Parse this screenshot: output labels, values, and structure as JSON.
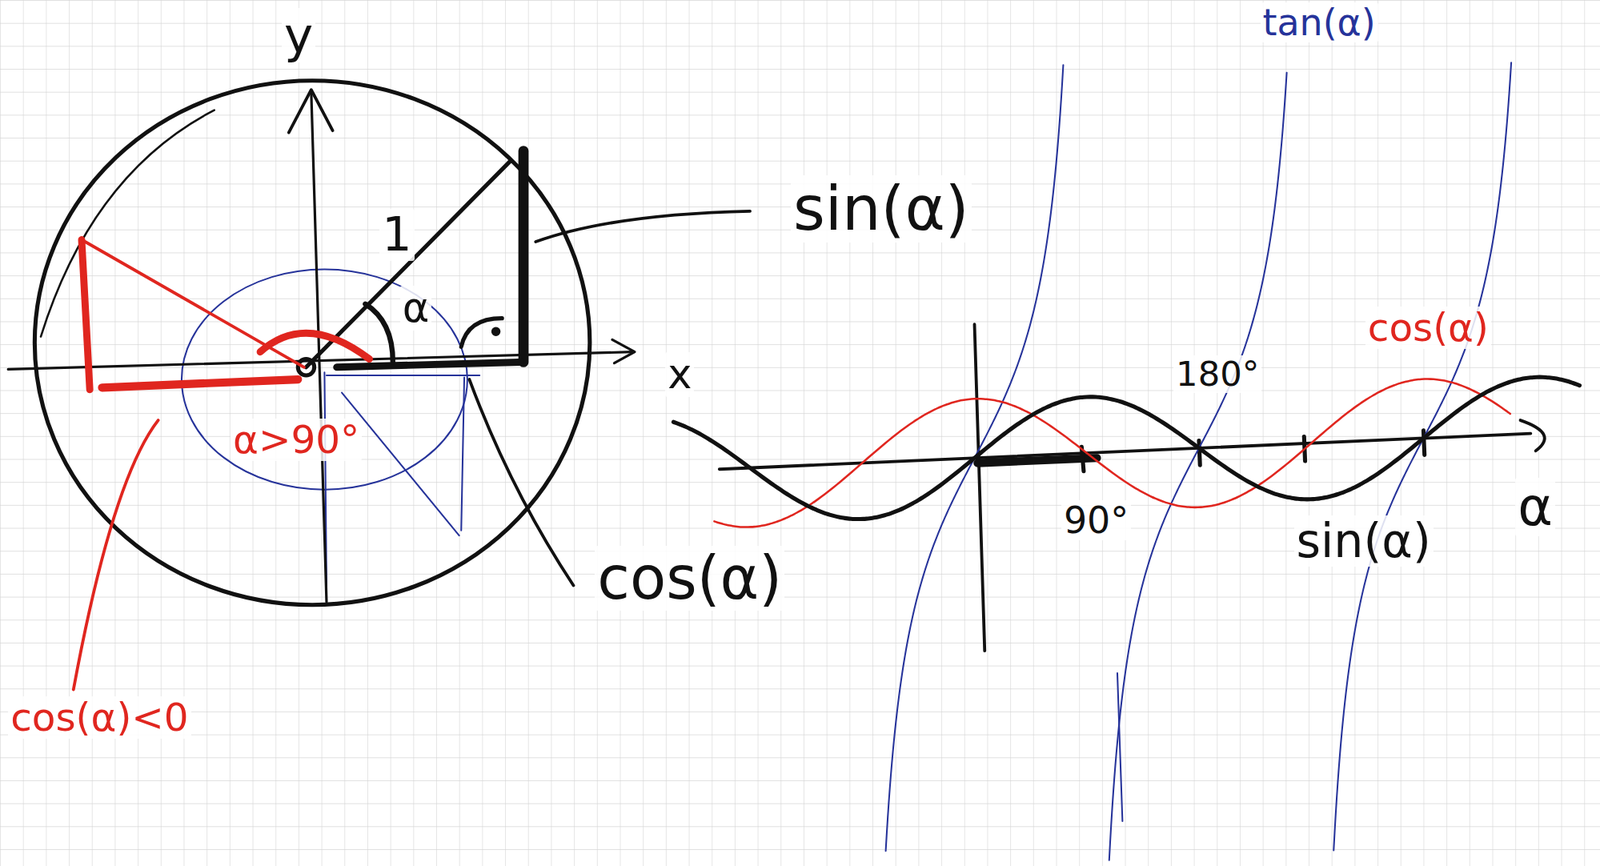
{
  "diagram": {
    "labels": [
      "tan(α)",
      "y",
      "sin(α)",
      "1",
      "α",
      "cos(α)",
      "x",
      "180°",
      "α>90°",
      "α",
      "90°",
      "sin(α)",
      "cos(α)",
      "cos(α)<0"
    ]
  }
}
